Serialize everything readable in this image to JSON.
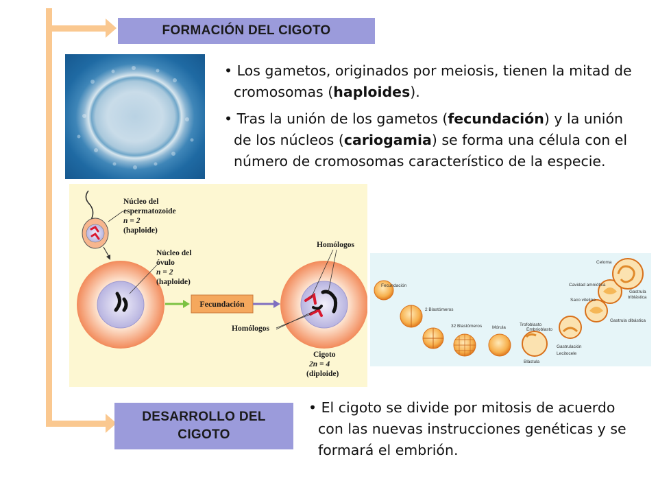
{
  "sections": {
    "formation_title": "FORMACIÓN DEL CIGOTO",
    "development_title_line1": "DESARROLLO DEL",
    "development_title_line2": "CIGOTO"
  },
  "formation_bullets": {
    "b1_pre": "Los gametos, originados por meiosis, tienen la mitad de cromosomas (",
    "b1_bold": "haploides",
    "b1_post": ").",
    "b2_pre": "Tras la unión de los gametos (",
    "b2_bold1": "fecundación",
    "b2_mid": ") y la unión de los núcleos (",
    "b2_bold2": "cariogamia",
    "b2_post": ") se forma una célula con el número de cromosomas característico de la especie."
  },
  "development_bullet": "El cigoto se divide por mitosis de acuerdo con las nuevas instrucciones genéticas y se formará el embrión.",
  "fertilization_diagram": {
    "sperm_nucleus": [
      "Núcleo del",
      "espermatozoide",
      "n = 2",
      "(haploide)"
    ],
    "ovule_nucleus": [
      "Núcleo del",
      "óvulo",
      "n = 2",
      "(haploide)"
    ],
    "process": "Fecundación",
    "homologs_top": "Homólogos",
    "homologs_bottom": "Homólogos",
    "zygote": [
      "Cigoto",
      "2n = 4",
      "(diploide)"
    ]
  },
  "development_diagram": {
    "labels": {
      "fecundacion": "Fecundación",
      "blastomeros2": "2 Blastómeros",
      "blastomeros32": "32 Blastómeros",
      "morula": "Mórula",
      "trofoblasto": "Trofoblasto",
      "embrioblasto": "Embrioblasto",
      "blastula": "Blástula",
      "lecitocele": "Lecitocele",
      "gastrulacion": "Gastrulación",
      "gastrula_dibastica": "Gastrula dibástica",
      "saco_vitelino": "Saco vitelino",
      "gastrula_triblastica_1": "Gastrula",
      "gastrula_triblastica_2": "triblástica",
      "cavidad_amniotica": "Cavidad amniótica",
      "celoma": "Celoma"
    }
  },
  "colors": {
    "frame_orange": "#fac890",
    "title_box": "#9b9bdb",
    "diagram_bg": "#fdf7d2",
    "embryo_bg": "#e6f5f8"
  }
}
